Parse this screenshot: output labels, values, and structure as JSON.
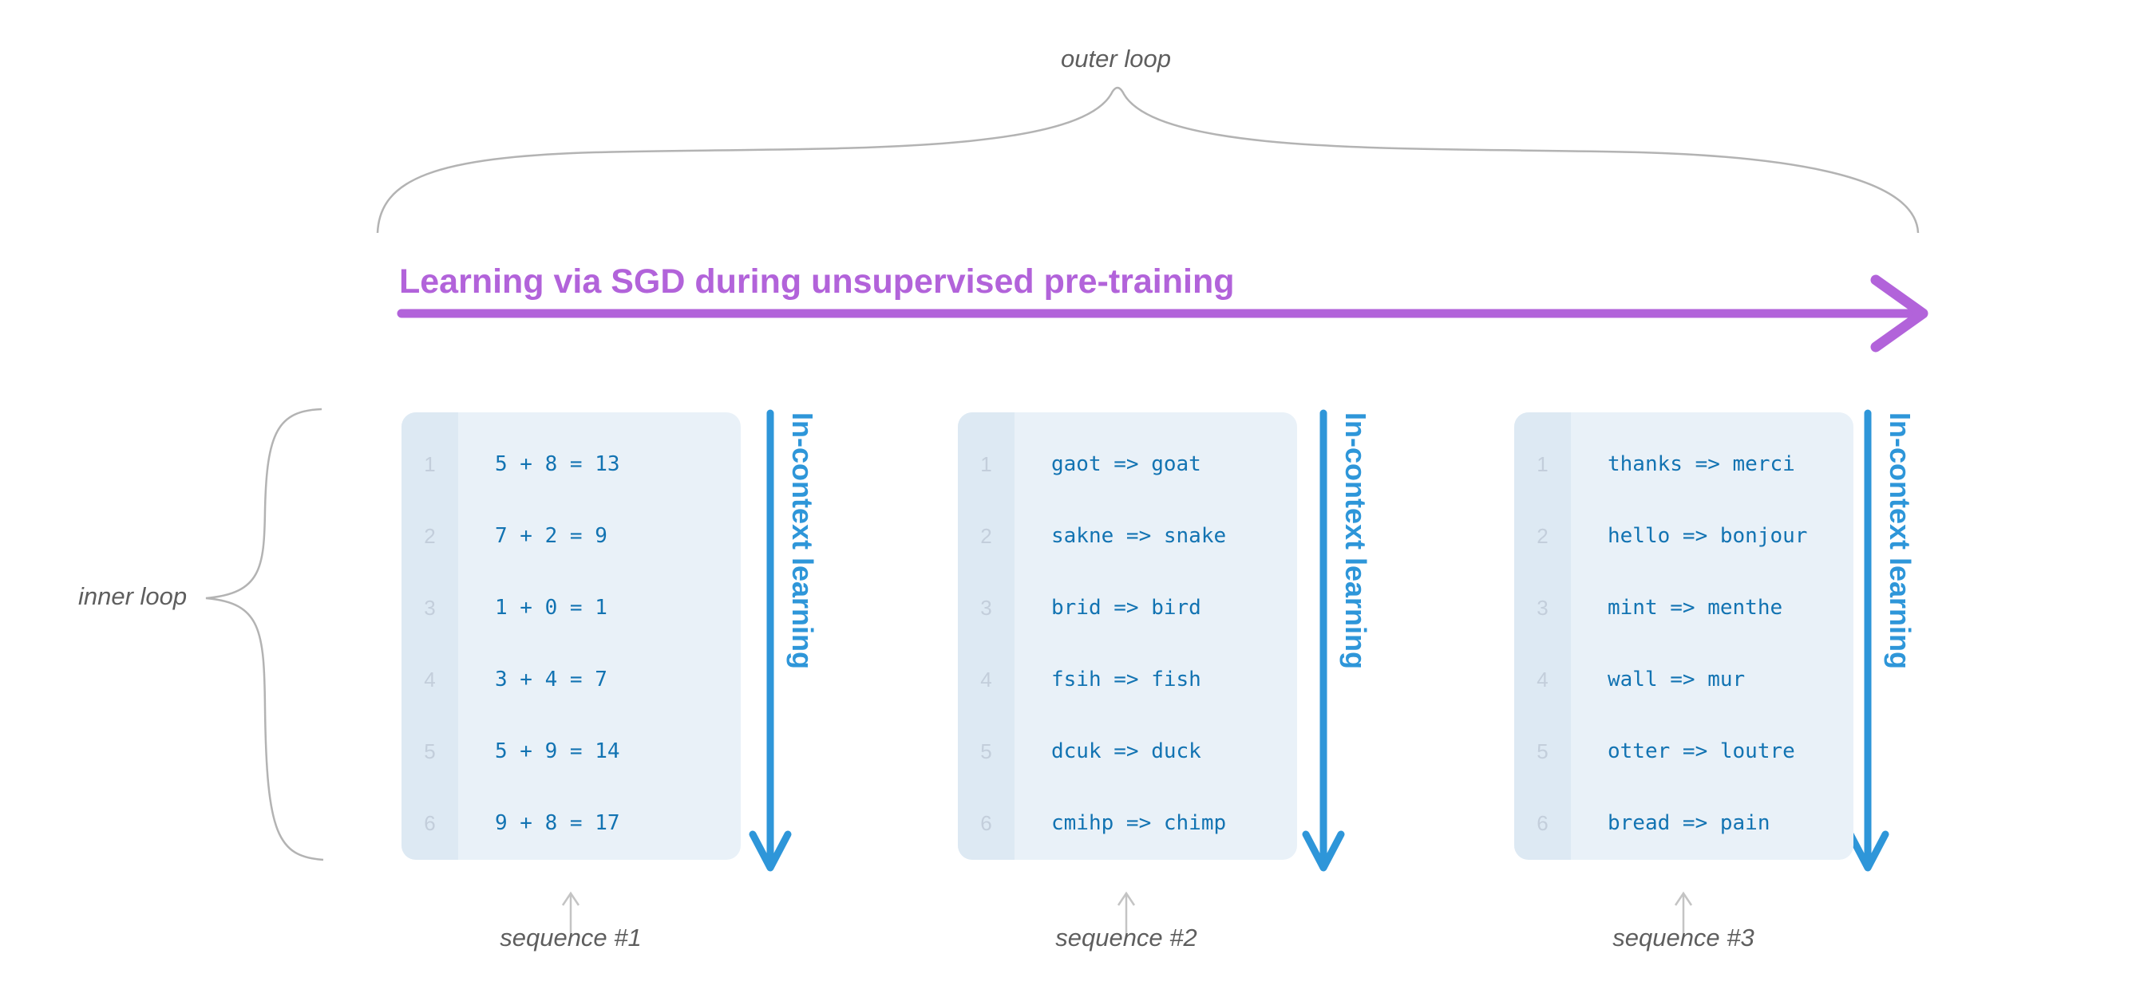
{
  "outer_loop": {
    "label": "outer loop"
  },
  "inner_loop": {
    "label": "inner loop"
  },
  "heading": {
    "label": "Learning via SGD during unsupervised pre-training"
  },
  "in_context_label": "In-context learning",
  "line_numbers": [
    "1",
    "2",
    "3",
    "4",
    "5",
    "6"
  ],
  "sequences": [
    {
      "caption": "sequence #1",
      "lines": [
        "5 + 8 = 13",
        "7 + 2 = 9",
        "1 + 0 = 1",
        "3 + 4 = 7",
        "5 + 9 = 14",
        "9 + 8 = 17"
      ]
    },
    {
      "caption": "sequence #2",
      "lines": [
        "gaot => goat",
        "sakne => snake",
        "brid => bird",
        "fsih => fish",
        "dcuk => duck",
        "cmihp => chimp"
      ]
    },
    {
      "caption": "sequence #3",
      "lines": [
        "thanks => merci",
        "hello => bonjour",
        "mint => menthe",
        "wall => mur",
        "otter => loutre",
        "bread => pain"
      ]
    }
  ],
  "colors": {
    "purple": "#b263da",
    "in_context_blue": "#2e96d9",
    "code_text_blue": "#1273b2",
    "line_number_gray": "#c3cedb",
    "card_background": "#e9f1f8",
    "gutter_background": "#dde9f3",
    "brace_gray": "#b3b3b3",
    "label_gray": "#5e5e5e",
    "pointer_gray": "#c4c4c4"
  }
}
